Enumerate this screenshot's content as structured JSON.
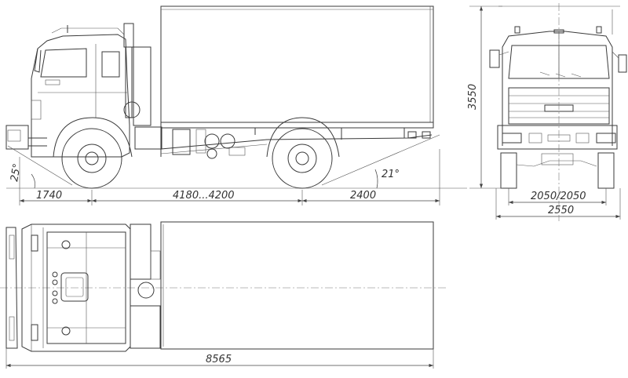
{
  "dimensions": {
    "front_overhang": "1740",
    "wheelbase": "4180...4200",
    "rear_overhang": "2400",
    "approach_angle": "25°",
    "departure_angle": "21°",
    "height": "3550",
    "track": "2050/2050",
    "width": "2550",
    "length": "8565"
  },
  "colors": {
    "line": "#3a3a3a",
    "background": "#ffffff"
  }
}
